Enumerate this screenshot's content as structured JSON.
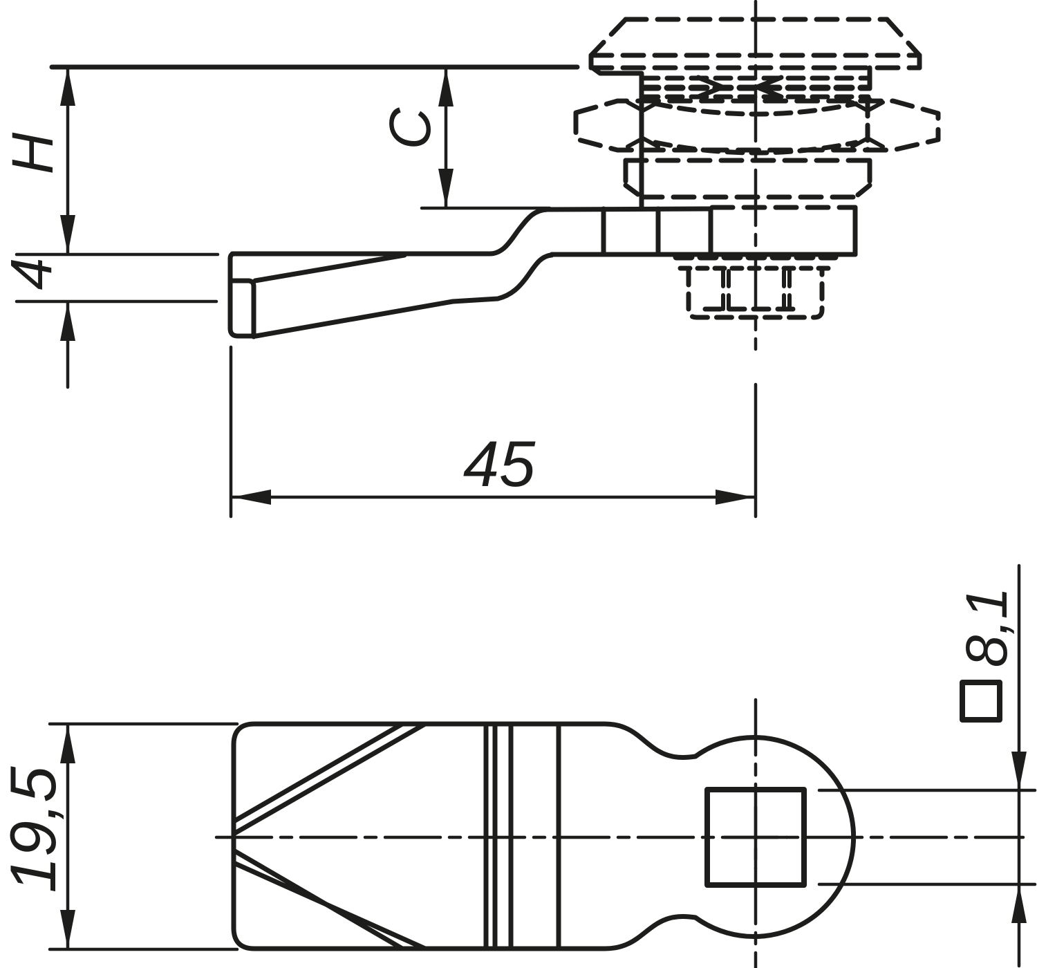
{
  "colors": {
    "ink": "#1d1d1b",
    "paper": "#ffffff"
  },
  "dimensions": {
    "panel_to_cam_height": {
      "label": "H"
    },
    "cam_thickness": {
      "label": "4"
    },
    "grip_range": {
      "label": "C"
    },
    "cam_length": {
      "label": "45"
    },
    "cam_width": {
      "label": "19,5"
    },
    "square_spindle": {
      "label": "8,1",
      "symbol": "square"
    }
  }
}
